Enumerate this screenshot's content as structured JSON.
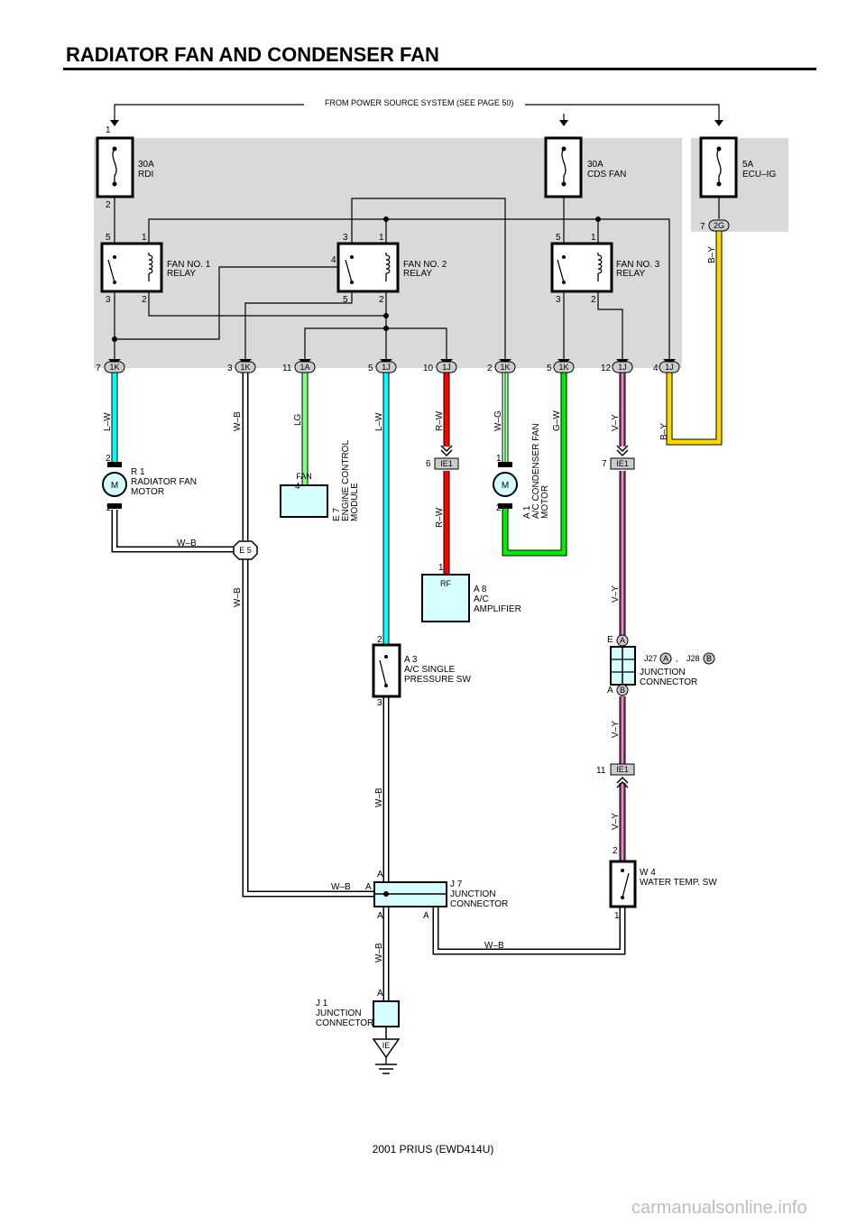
{
  "title": "RADIATOR FAN AND CONDENSER FAN",
  "power_source": "FROM POWER SOURCE SYSTEM (SEE PAGE 50)",
  "fuses": [
    {
      "rating": "30A",
      "name": "RDI"
    },
    {
      "rating": "30A",
      "name": "CDS FAN"
    },
    {
      "rating": "5A",
      "name": "ECU–IG"
    }
  ],
  "relays": [
    {
      "name": "FAN NO. 1",
      "suffix": "RELAY"
    },
    {
      "name": "FAN NO. 2",
      "suffix": "RELAY"
    },
    {
      "name": "FAN NO. 3",
      "suffix": "RELAY"
    }
  ],
  "connectors": [
    "1K",
    "1K",
    "1A",
    "1J",
    "1J",
    "1K",
    "1K",
    "1J",
    "1J",
    "2G",
    "IE1",
    "IE1",
    "IE1",
    "E 5",
    "IE",
    "A",
    "B"
  ],
  "pins": [
    "1",
    "2",
    "5",
    "1",
    "3",
    "2",
    "3",
    "1",
    "4",
    "5",
    "2",
    "5",
    "1",
    "3",
    "2",
    "7",
    "7",
    "3",
    "11",
    "5",
    "10",
    "2",
    "5",
    "12",
    "4",
    "2",
    "1",
    "4",
    "6",
    "1",
    "1",
    "2",
    "7",
    "2",
    "3",
    "E",
    "A",
    "11",
    "2",
    "1",
    "A",
    "A",
    "A",
    "A",
    "A"
  ],
  "wires": [
    "L–W",
    "W–B",
    "LG",
    "L–W",
    "R–W",
    "W–G",
    "G–W",
    "V–Y",
    "B–Y",
    "B–Y",
    "R–W",
    "V–Y",
    "V–Y",
    "V–Y",
    "W–B",
    "W–B",
    "W–B",
    "W–B",
    "W–B",
    "W–B"
  ],
  "components": {
    "r1": {
      "code": "R 1",
      "line1": "RADIATOR FAN",
      "line2": "MOTOR"
    },
    "e7": {
      "code": "E 7",
      "line1": "ENGINE CONTROL",
      "line2": "MODULE",
      "pin": "FAN"
    },
    "a1": {
      "code": "A 1",
      "line1": "A/C CONDENSER FAN",
      "line2": "MOTOR"
    },
    "a8": {
      "code": "A 8",
      "line1": "A/C",
      "line2": "AMPLIFIER",
      "pin": "RF"
    },
    "a3": {
      "code": "A 3",
      "line1": "A/C SINGLE",
      "line2": "PRESSURE SW"
    },
    "j27": {
      "code1": "J27",
      "sep": ",",
      "code2": "J28",
      "line1": "JUNCTION",
      "line2": "CONNECTOR"
    },
    "w4": {
      "code": "W 4",
      "line1": "WATER TEMP.  SW"
    },
    "j7": {
      "code": "J 7",
      "line1": "JUNCTION",
      "line2": "CONNECTOR"
    },
    "j1": {
      "code": "J 1",
      "line1": "JUNCTION",
      "line2": "CONNECTOR"
    }
  },
  "motor_symbol": "M",
  "footer": "2001 PRIUS (EWD414U)",
  "watermark": "carmanualsonline.info",
  "colors": {
    "LW": "#00ffff",
    "LG": "#80ff80",
    "RW": "#ff0000",
    "G": "#00ee00",
    "V": "#8a2be2",
    "Y": "#ffd700",
    "panel": "#d9d9d9",
    "box": "#d6ffff"
  }
}
